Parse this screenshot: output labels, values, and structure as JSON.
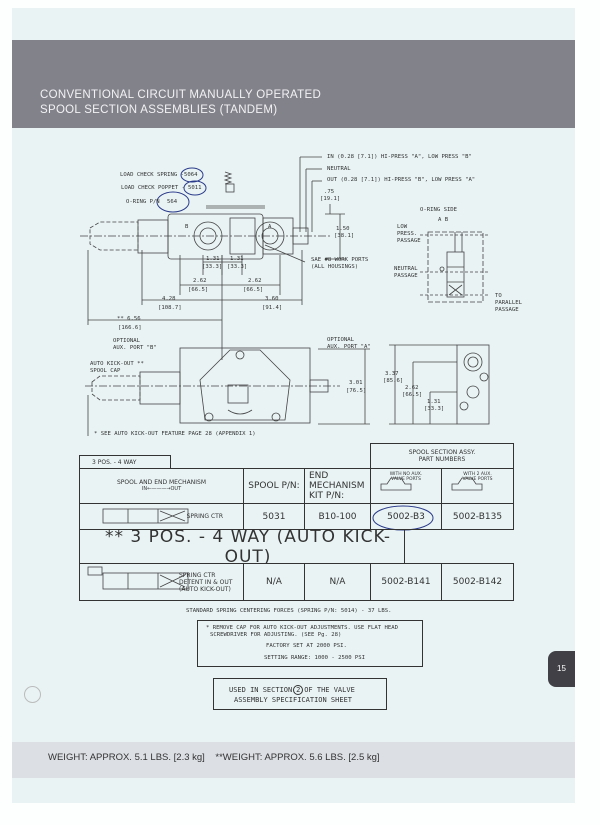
{
  "header": {
    "title_line1": "CONVENTIONAL CIRCUIT MANUALLY OPERATED",
    "title_line2": "SPOOL SECTION ASSEMBLIES (TANDEM)"
  },
  "top_view": {
    "in_label": "IN (0.28 [7.1]) HI-PRESS \"A\", LOW PRESS \"B\"",
    "neutral_label": "NEUTRAL",
    "out_label": "OUT (0.28 [7.1]) HI-PRESS \"B\", LOW PRESS \"A\"",
    "load_check_spring": "LOAD CHECK SPRING -",
    "load_check_spring_pn": "5064",
    "load_check_poppet": "LOAD CHECK POPPET -",
    "load_check_poppet_pn": "5011",
    "oring": "O-RING P/N",
    "oring_pn": "564",
    "port_b": "B",
    "port_a": "A",
    "dim_075": ".75",
    "dim_075_mm": "[19.1]",
    "dim_150": "1.50",
    "dim_150_mm": "[38.1]",
    "sae_ports": "SAE #8 WORK PORTS",
    "sae_ports2": "(ALL HOUSINGS)",
    "dim_131a": "1.31",
    "dim_131a_mm": "[33.3]",
    "dim_131b": "1.31",
    "dim_131b_mm": "[33.3]",
    "dim_262a": "2.62",
    "dim_262a_mm": "[66.5]",
    "dim_262b": "2.62",
    "dim_262b_mm": "[66.5]",
    "dim_428": "4.28",
    "dim_428_mm": "[108.7]",
    "dim_360": "3.60",
    "dim_360_mm": "[91.4]",
    "dim_656": "** 6.56",
    "dim_656_mm": "[166.6]"
  },
  "schematic": {
    "oring_side": "O-RING SIDE",
    "ab": "A  B",
    "low_press": "LOW",
    "low_press2": "PRESS.",
    "low_press3": "PASSAGE",
    "neutral": "NEUTRAL",
    "neutral2": "PASSAGE",
    "to_parallel": "TO",
    "to_parallel2": "PARALLEL",
    "to_parallel3": "PASSAGE"
  },
  "front_view": {
    "aux_b": "OPTIONAL",
    "aux_b2": "AUX. PORT \"B\"",
    "aux_a": "OPTIONAL",
    "aux_a2": "AUX. PORT \"A\"",
    "kickout_cap": "AUTO KICK-OUT   **",
    "kickout_cap2": "SPOOL CAP",
    "dim_301": "3.01",
    "dim_301_mm": "[76.5]",
    "see_note": "* SEE AUTO KICK-OUT FEATURE PAGE 28 (APPENDIX 1)"
  },
  "side_view": {
    "dim_337": "3.37",
    "dim_337_mm": "[85.6]",
    "dim_262": "2.62",
    "dim_262_mm": "[66.5]",
    "dim_131": "1.31",
    "dim_131_mm": "[33.3]"
  },
  "table": {
    "tab_label": "3 POS. - 4 WAY",
    "assy_header": "SPOOL SECTION ASSY.",
    "assy_header2": "PART NUMBERS",
    "col_mechanism": "SPOOL AND END MECHANISM",
    "col_mechanism_sub": "IN←———→OUT",
    "col_spool": "SPOOL P/N:",
    "col_end": "END MECHANISM KIT P/N:",
    "col_no_aux": "WITH NO AUX. VALVE PORTS",
    "col_2_aux": "WITH 2 AUX. VALVE PORTS",
    "rows": [
      {
        "mechanism": "SPRING CTR",
        "spool": "5031",
        "end_kit": "B10-100",
        "no_aux": "5002-B3",
        "two_aux": "5002-B135"
      },
      {
        "mechanism": "SPRING CTR DETENT IN & OUT (AUTO KICK-OUT)",
        "spool": "N/A",
        "end_kit": "N/A",
        "no_aux": "5002-B141",
        "two_aux": "5002-B142"
      }
    ],
    "kickout_banner": "** 3 POS. - 4 WAY (AUTO KICK-OUT)"
  },
  "notes": {
    "spring_forces": "STANDARD SPRING CENTERING FORCES (SPRING P/N: 5014) - 37 LBS.",
    "remove_cap": "* REMOVE CAP FOR AUTO KICK-OUT ADJUSTMENTS. USE FLAT HEAD",
    "remove_cap2": "SCREWDRIVER FOR ADJUSTING. (SEE Pg. 28)",
    "factory_set": "FACTORY SET AT 2000 PSI.",
    "setting_range": "SETTING RANGE: 1000 - 2500 PSI",
    "used_in_1": "USED IN SECTION",
    "used_in_num": "2",
    "used_in_2": "OF THE VALVE",
    "used_in_3": "ASSEMBLY SPECIFICATION SHEET"
  },
  "footer": {
    "weight": "WEIGHT: APPROX. 5.1 LBS. [2.3 kg]    **WEIGHT: APPROX. 5.6 LBS. [2.5 kg]"
  },
  "page_number": "15",
  "colors": {
    "header_band": "#82828b",
    "page": "#e9f3f4",
    "ink": "#333333",
    "pen": "#2a3a8a"
  }
}
